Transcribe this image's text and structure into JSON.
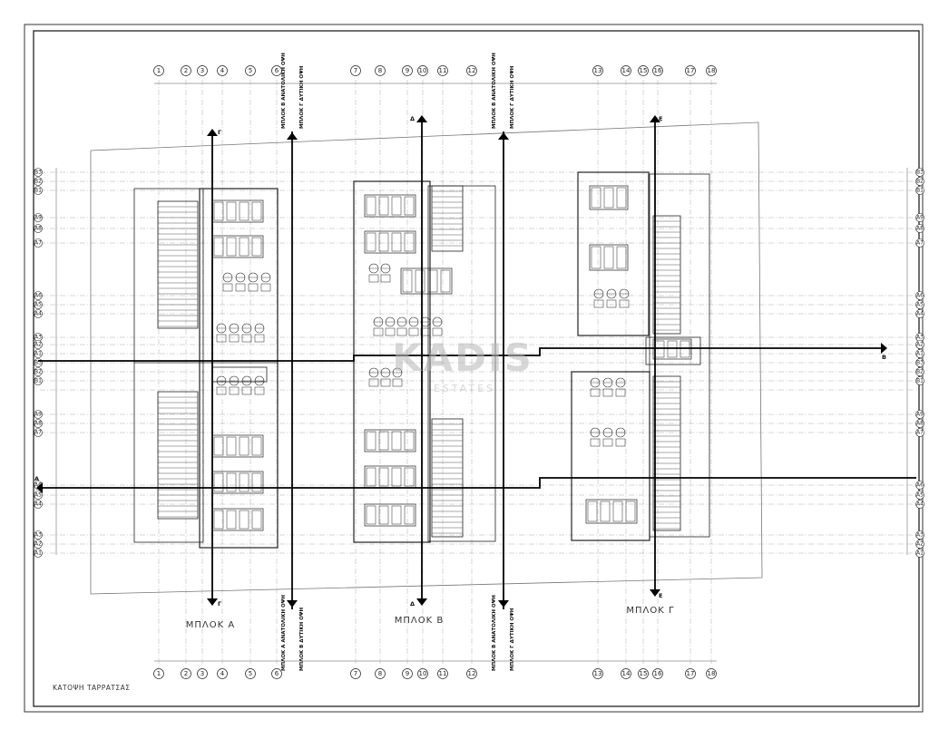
{
  "drawing_title": "ΚΑΤΟΨΗ ΤΑΡΡΑΤΣΑΣ",
  "watermark": {
    "brand": "KADIS",
    "tagline": "ESTATES"
  },
  "grid_columns": [
    "1",
    "2",
    "3",
    "4",
    "5",
    "6",
    "7",
    "8",
    "9",
    "10",
    "11",
    "12",
    "13",
    "14",
    "15",
    "16",
    "17",
    "18"
  ],
  "grid_rows": [
    "B3",
    "B2",
    "B1",
    "A9",
    "A8",
    "A7",
    "A6",
    "A5",
    "A4",
    "A3",
    "A2",
    "A1"
  ],
  "blocks": [
    {
      "label": "ΜΠΛΟΚ  Α"
    },
    {
      "label": "ΜΠΛΟΚ  Β"
    },
    {
      "label": "ΜΠΛΟΚ  Γ"
    }
  ],
  "section_markers": [
    "Γ",
    "Δ",
    "Ε",
    "Α",
    "Β"
  ],
  "view_labels": {
    "east_b": "ΜΠΛΟΚ Β ΑΝΑΤΟΛΙΚΗ ΟΨΗ",
    "west_g": "ΜΠΛΟΚ Γ ΔΥΤΙΚΗ ΟΨΗ",
    "east_a": "ΜΠΛΟΚ Α ΑΝΑΤΟΛΙΚΗ ΟΨΗ",
    "west_b": "ΜΠΛΟΚ Β ΔΥΤΙΚΗ ΟΨΗ"
  },
  "colors": {
    "line": "#222222",
    "faint": "#9a9a9a",
    "watermark": "#b8b8b8",
    "accent": "#d9a441"
  }
}
